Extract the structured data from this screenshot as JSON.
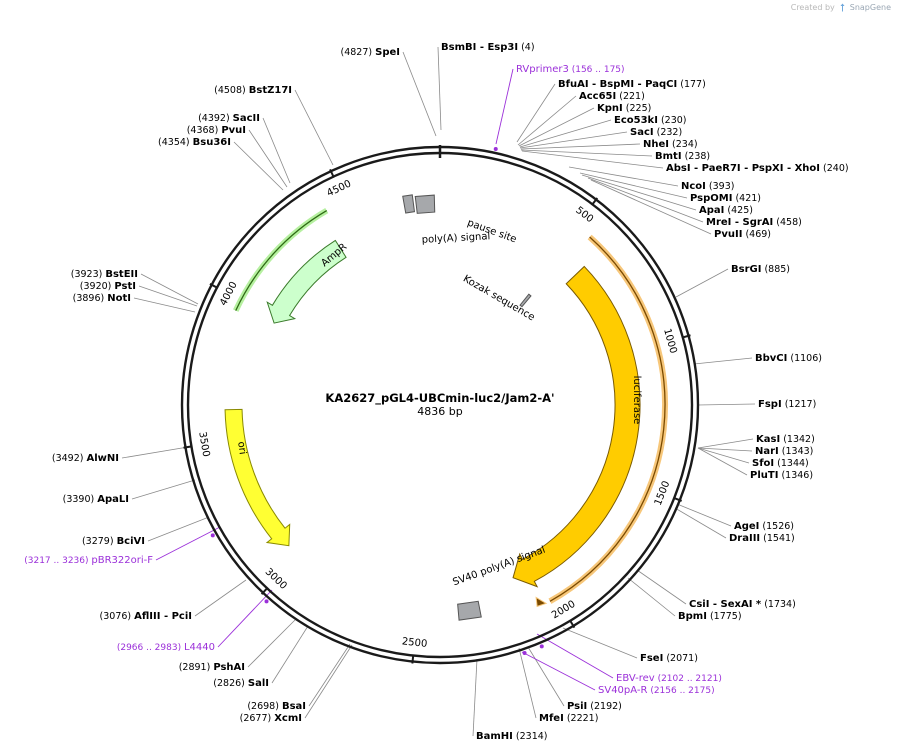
{
  "credit": {
    "created_by": "Created by",
    "brand": "SnapGene"
  },
  "plasmid": {
    "name": "KA2627_pGL4-UBCmin-luc2/Jam2-A'",
    "size_label": "4836 bp",
    "length": 4836
  },
  "ticks": [
    {
      "pos": 500,
      "label": "500"
    },
    {
      "pos": 1000,
      "label": "1000"
    },
    {
      "pos": 1500,
      "label": "1500"
    },
    {
      "pos": 2000,
      "label": "2000"
    },
    {
      "pos": 2500,
      "label": "2500"
    },
    {
      "pos": 3000,
      "label": "3000"
    },
    {
      "pos": 3500,
      "label": "3500"
    },
    {
      "pos": 4000,
      "label": "4000"
    },
    {
      "pos": 4500,
      "label": "4500"
    }
  ],
  "features": [
    {
      "name": "luciferase",
      "start": 560,
      "end": 2100,
      "direction": "forward",
      "color": "#ffcc00",
      "label": "luciferase"
    },
    {
      "name": "ampr",
      "start": 4400,
      "end": 3960,
      "direction": "reverse",
      "color": "#ccffcc",
      "label": "AmpR"
    },
    {
      "name": "ori",
      "start": 3620,
      "end": 3040,
      "direction": "reverse",
      "color": "#ffff33",
      "label": "ori"
    },
    {
      "name": "sv40-polya",
      "start": 2250,
      "end": 2360,
      "direction": "none",
      "color": "#a6a8ab",
      "label": "SV40 poly(A) signal"
    },
    {
      "name": "polya-signal",
      "start": 4680,
      "end": 4735,
      "direction": "none",
      "color": "#a6a8ab",
      "label": "poly(A) signal"
    },
    {
      "name": "pause-site",
      "start": 4745,
      "end": 4820,
      "direction": "none",
      "color": "#a6a8ab",
      "label": "pause site"
    },
    {
      "name": "kozak",
      "start": 520,
      "end": 540,
      "direction": "none",
      "color": "#a6a8ab",
      "label": "Kozak sequence"
    }
  ],
  "sites": [
    {
      "name": "SpeI",
      "pos": "(4827)",
      "text": "SpeI",
      "anchor": 4827
    },
    {
      "name": "BsmBI-Esp3I",
      "pos": "(4)",
      "text": "BsmBI   - Esp3I",
      "anchor": 4
    },
    {
      "name": "BfuAI-BspMI-PaqCI",
      "pos": "(177)",
      "text": "BfuAI   - BspMI   - PaqCI",
      "anchor": 177
    },
    {
      "name": "Acc65I",
      "pos": "(221)",
      "text": "Acc65I",
      "anchor": 221
    },
    {
      "name": "KpnI",
      "pos": "(225)",
      "text": "KpnI",
      "anchor": 225
    },
    {
      "name": "Eco53kI",
      "pos": "(230)",
      "text": "Eco53kI",
      "anchor": 230
    },
    {
      "name": "SacI",
      "pos": "(232)",
      "text": "SacI",
      "anchor": 232
    },
    {
      "name": "NheI",
      "pos": "(234)",
      "text": "NheI",
      "anchor": 234
    },
    {
      "name": "BmtI",
      "pos": "(238)",
      "text": "BmtI",
      "anchor": 238
    },
    {
      "name": "AbsI-PaeR7I-PspXI-XhoI",
      "pos": "(240)",
      "text": "AbsI   - PaeR7I   - PspXI   - XhoI",
      "anchor": 240
    },
    {
      "name": "NcoI",
      "pos": "(393)",
      "text": "NcoI",
      "anchor": 393
    },
    {
      "name": "PspOMI",
      "pos": "(421)",
      "text": "PspOMI",
      "anchor": 421
    },
    {
      "name": "ApaI",
      "pos": "(425)",
      "text": "ApaI",
      "anchor": 425
    },
    {
      "name": "MreI-SgrAI",
      "pos": "(458)",
      "text": "MreI   - SgrAI",
      "anchor": 458
    },
    {
      "name": "PvuII",
      "pos": "(469)",
      "text": "PvuII",
      "anchor": 469
    },
    {
      "name": "BsrGI",
      "pos": "(885)",
      "text": "BsrGI",
      "anchor": 885
    },
    {
      "name": "BbvCI",
      "pos": "(1106)",
      "text": "BbvCI",
      "anchor": 1106
    },
    {
      "name": "FspI",
      "pos": "(1217)",
      "text": "FspI",
      "anchor": 1217
    },
    {
      "name": "KasI",
      "pos": "(1342)",
      "text": "KasI",
      "anchor": 1342
    },
    {
      "name": "NarI",
      "pos": "(1343)",
      "text": "NarI",
      "anchor": 1343
    },
    {
      "name": "SfoI",
      "pos": "(1344)",
      "text": "SfoI",
      "anchor": 1344
    },
    {
      "name": "PluTI",
      "pos": "(1346)",
      "text": "PluTI",
      "anchor": 1346
    },
    {
      "name": "AgeI",
      "pos": "(1526)",
      "text": "AgeI",
      "anchor": 1526
    },
    {
      "name": "DraIII",
      "pos": "(1541)",
      "text": "DraIII",
      "anchor": 1541
    },
    {
      "name": "CsiI-SexAI",
      "pos": "(1734)",
      "text": "CsiI   - SexAI *",
      "anchor": 1734
    },
    {
      "name": "BpmI",
      "pos": "(1775)",
      "text": "BpmI",
      "anchor": 1775
    },
    {
      "name": "FseI",
      "pos": "(2071)",
      "text": "FseI",
      "anchor": 2071
    },
    {
      "name": "PsiI",
      "pos": "(2192)",
      "text": "PsiI",
      "anchor": 2192
    },
    {
      "name": "MfeI",
      "pos": "(2221)",
      "text": "MfeI",
      "anchor": 2221
    },
    {
      "name": "BamHI",
      "pos": "(2314)",
      "text": "BamHI",
      "anchor": 2314
    },
    {
      "name": "XcmI",
      "pos": "(2677)",
      "text": "XcmI",
      "anchor": 2677
    },
    {
      "name": "BsaI",
      "pos": "(2698)",
      "text": "BsaI",
      "anchor": 2698
    },
    {
      "name": "SalI",
      "pos": "(2826)",
      "text": "SalI",
      "anchor": 2826
    },
    {
      "name": "PshAI",
      "pos": "(2891)",
      "text": "PshAI",
      "anchor": 2891
    },
    {
      "name": "AflIII-PciI",
      "pos": "(3076)",
      "text": "AflIII   - PciI",
      "anchor": 3076
    },
    {
      "name": "BciVI",
      "pos": "(3279)",
      "text": "BciVI",
      "anchor": 3279
    },
    {
      "name": "ApaLI",
      "pos": "(3390)",
      "text": "ApaLI",
      "anchor": 3390
    },
    {
      "name": "AlwNI",
      "pos": "(3492)",
      "text": "AlwNI",
      "anchor": 3492
    },
    {
      "name": "NotI",
      "pos": "(3896)",
      "text": "NotI",
      "anchor": 3896
    },
    {
      "name": "PstI",
      "pos": "(3920)",
      "text": "PstI",
      "anchor": 3920
    },
    {
      "name": "BstEII",
      "pos": "(3923)",
      "text": "BstEII",
      "anchor": 3923
    },
    {
      "name": "Bsu36I",
      "pos": "(4354)",
      "text": "Bsu36I",
      "anchor": 4354
    },
    {
      "name": "PvuI",
      "pos": "(4368)",
      "text": "PvuI",
      "anchor": 4368
    },
    {
      "name": "SacII",
      "pos": "(4392)",
      "text": "SacII",
      "anchor": 4392
    },
    {
      "name": "BstZ17I",
      "pos": "(4508)",
      "text": "BstZ17I",
      "anchor": 4508
    }
  ],
  "primers": [
    {
      "name": "RVprimer3",
      "range": "(156 .. 175)",
      "anchor": 165
    },
    {
      "name": "EBV-rev",
      "range": "(2102 .. 2121)",
      "anchor": 2111
    },
    {
      "name": "SV40pA-R",
      "range": "(2156 .. 2175)",
      "anchor": 2165
    },
    {
      "name": "L4440",
      "range": "(2966 .. 2983)",
      "anchor": 2975
    },
    {
      "name": "pBR322ori-F",
      "range": "(3217 .. 3236)",
      "anchor": 3226
    }
  ],
  "colors": {
    "primer": "#9b30d9",
    "backbone": "#1a1a1a",
    "luciferase": "#ffcc00",
    "ampr": "#ccffcc",
    "ori": "#ffff33",
    "grey_feature": "#a6a8ab"
  }
}
